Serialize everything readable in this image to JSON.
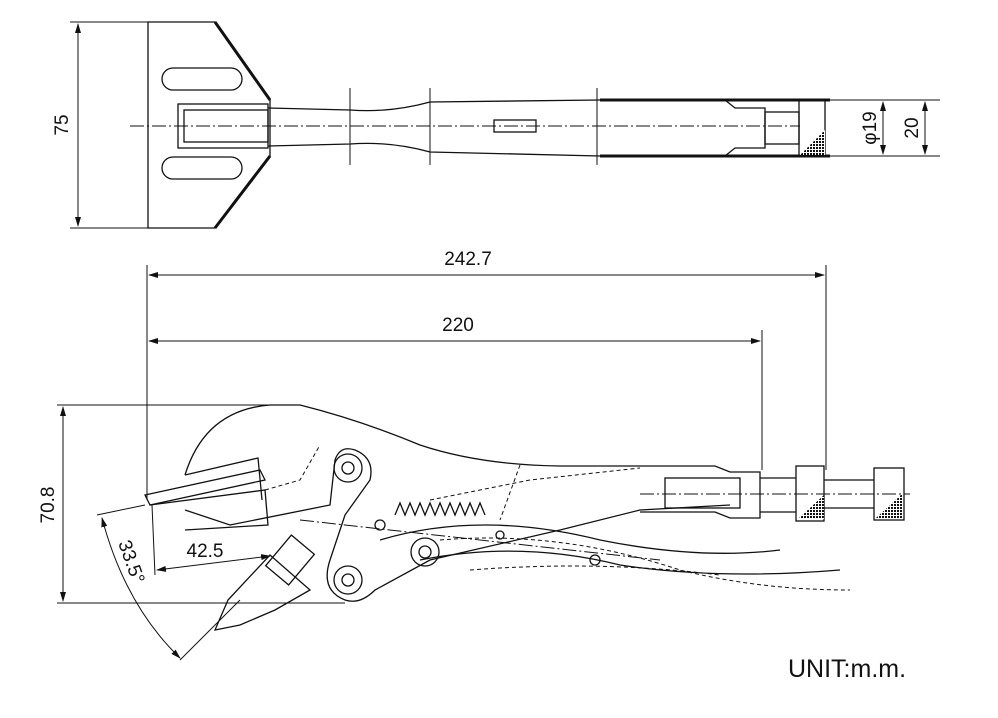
{
  "top_view": {
    "width_dim": "75",
    "diameter_dim": "φ19",
    "height_dim": "20"
  },
  "side_view": {
    "overall_length_dim": "242.7",
    "length_dim": "220",
    "height_dim": "70.8",
    "jaw_dim": "42.5",
    "angle_dim": "33.5°"
  },
  "unit_label": "UNIT:m.m."
}
